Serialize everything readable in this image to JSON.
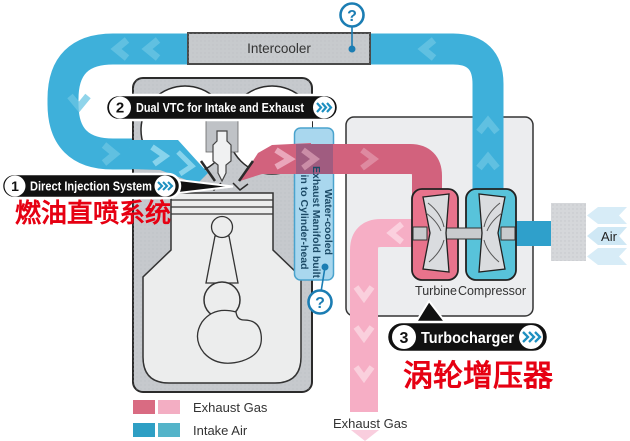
{
  "labels": {
    "intercooler": "Intercooler",
    "dual_vtc_number": "2",
    "dual_vtc": "Dual VTC for Intake and Exhaust",
    "direct_injection_number": "1",
    "direct_injection": "Direct Injection System",
    "direct_injection_cn": "燃油直喷系统",
    "turbocharger_number": "3",
    "turbocharger": "Turbocharger",
    "turbocharger_cn": "涡轮增压器",
    "manifold_line1": "Water-cooled",
    "manifold_line2": "Exhaust Manifold built",
    "manifold_line3": "in to Cylinder-head",
    "turbine": "Turbine",
    "compressor": "Compressor",
    "air": "Air",
    "exhaust_out": "Exhaust Gas",
    "question_mark_top": "?",
    "question_mark_manifold": "?"
  },
  "legend": {
    "exhaust": {
      "label": "Exhaust Gas",
      "color_dark": "#d96b82",
      "color_light": "#f3aec3"
    },
    "intake": {
      "label": "Intake Air",
      "color_dark": "#2e9fc4",
      "color_light": "#54b4c9"
    }
  },
  "colors": {
    "intake_pipe": "#3eb0da",
    "exhaust_pipe_dark": "#d2627d",
    "exhaust_pipe_light": "#f6aec5",
    "exhaust_overlap": "#a05c80",
    "air_connector": "#2fa0cb",
    "label_red": "#e60012",
    "question_teal": "#1b7db3",
    "turbine_fill": "#e8738c",
    "compressor_fill": "#58c3da",
    "manifold_box": "#a9d7ee"
  }
}
